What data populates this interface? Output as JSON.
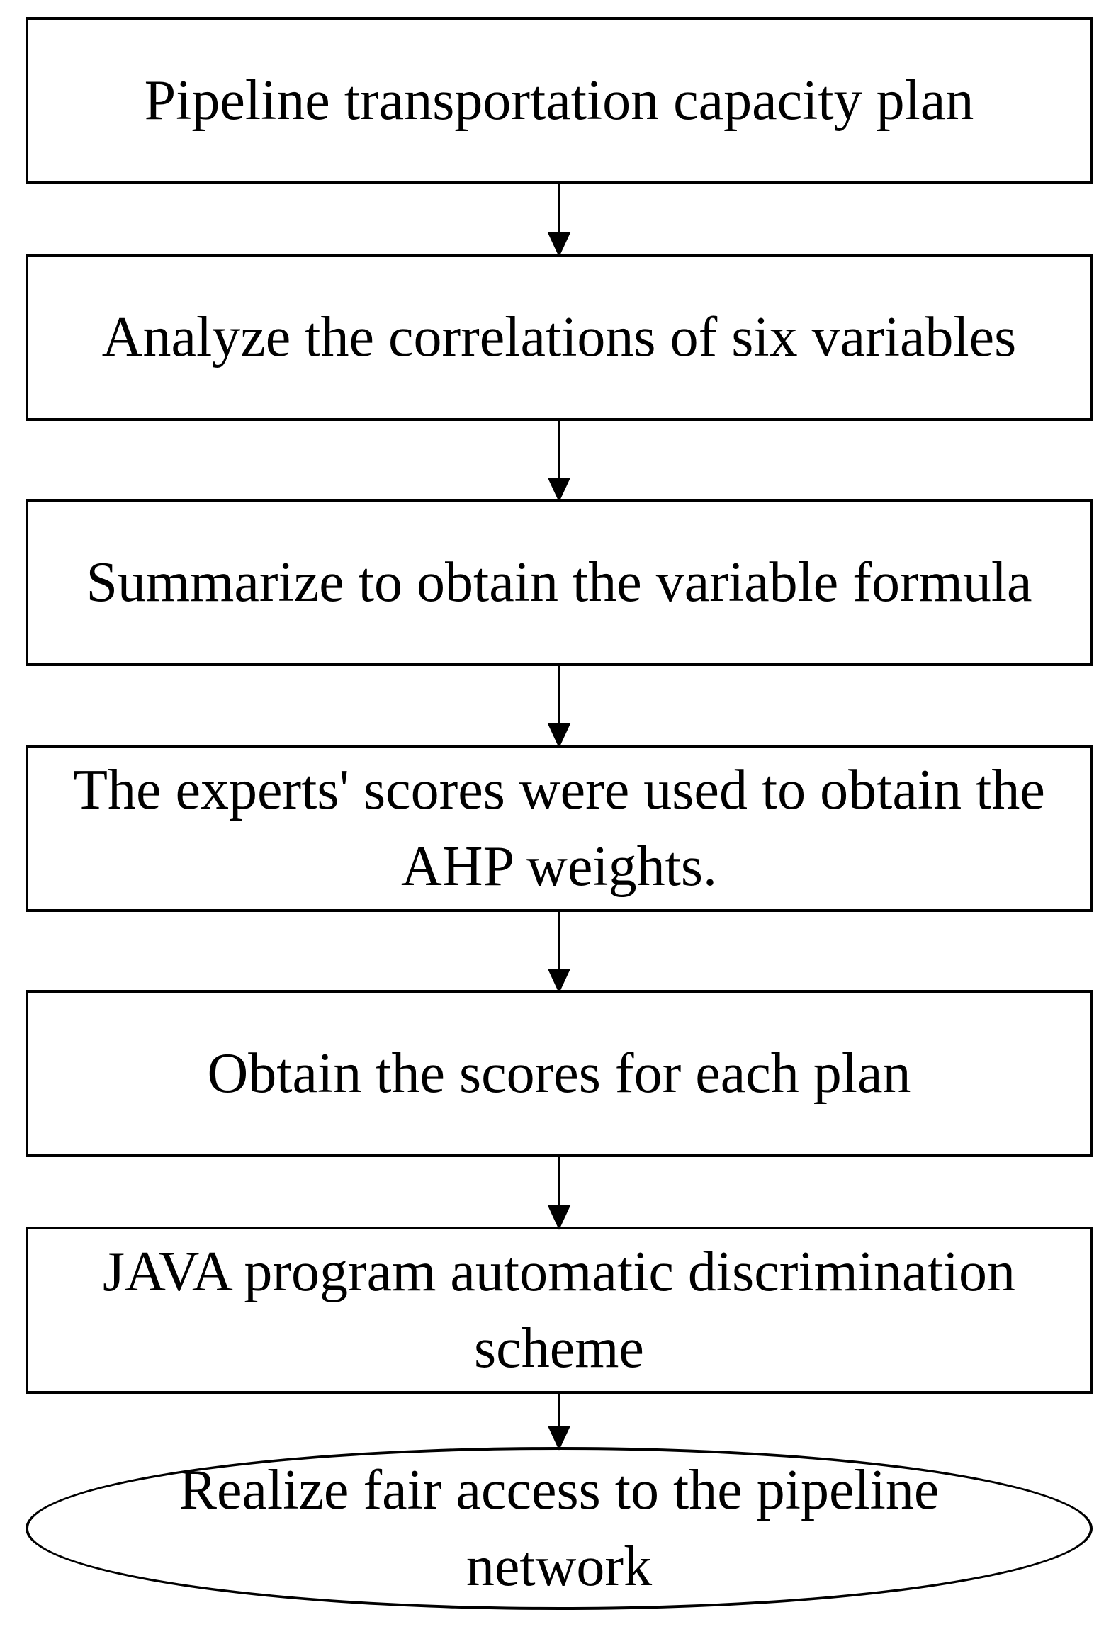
{
  "diagram": {
    "steps": [
      {
        "label": "Pipeline transportation capacity plan"
      },
      {
        "label": "Analyze the correlations of six variables"
      },
      {
        "label": "Summarize to obtain the variable formula"
      },
      {
        "label": "The experts' scores were used to obtain the AHP weights."
      },
      {
        "label": "Obtain the scores for each plan"
      },
      {
        "label": "JAVA program automatic discrimination scheme"
      }
    ],
    "end": {
      "label": "Realize fair access to the pipeline network"
    }
  }
}
